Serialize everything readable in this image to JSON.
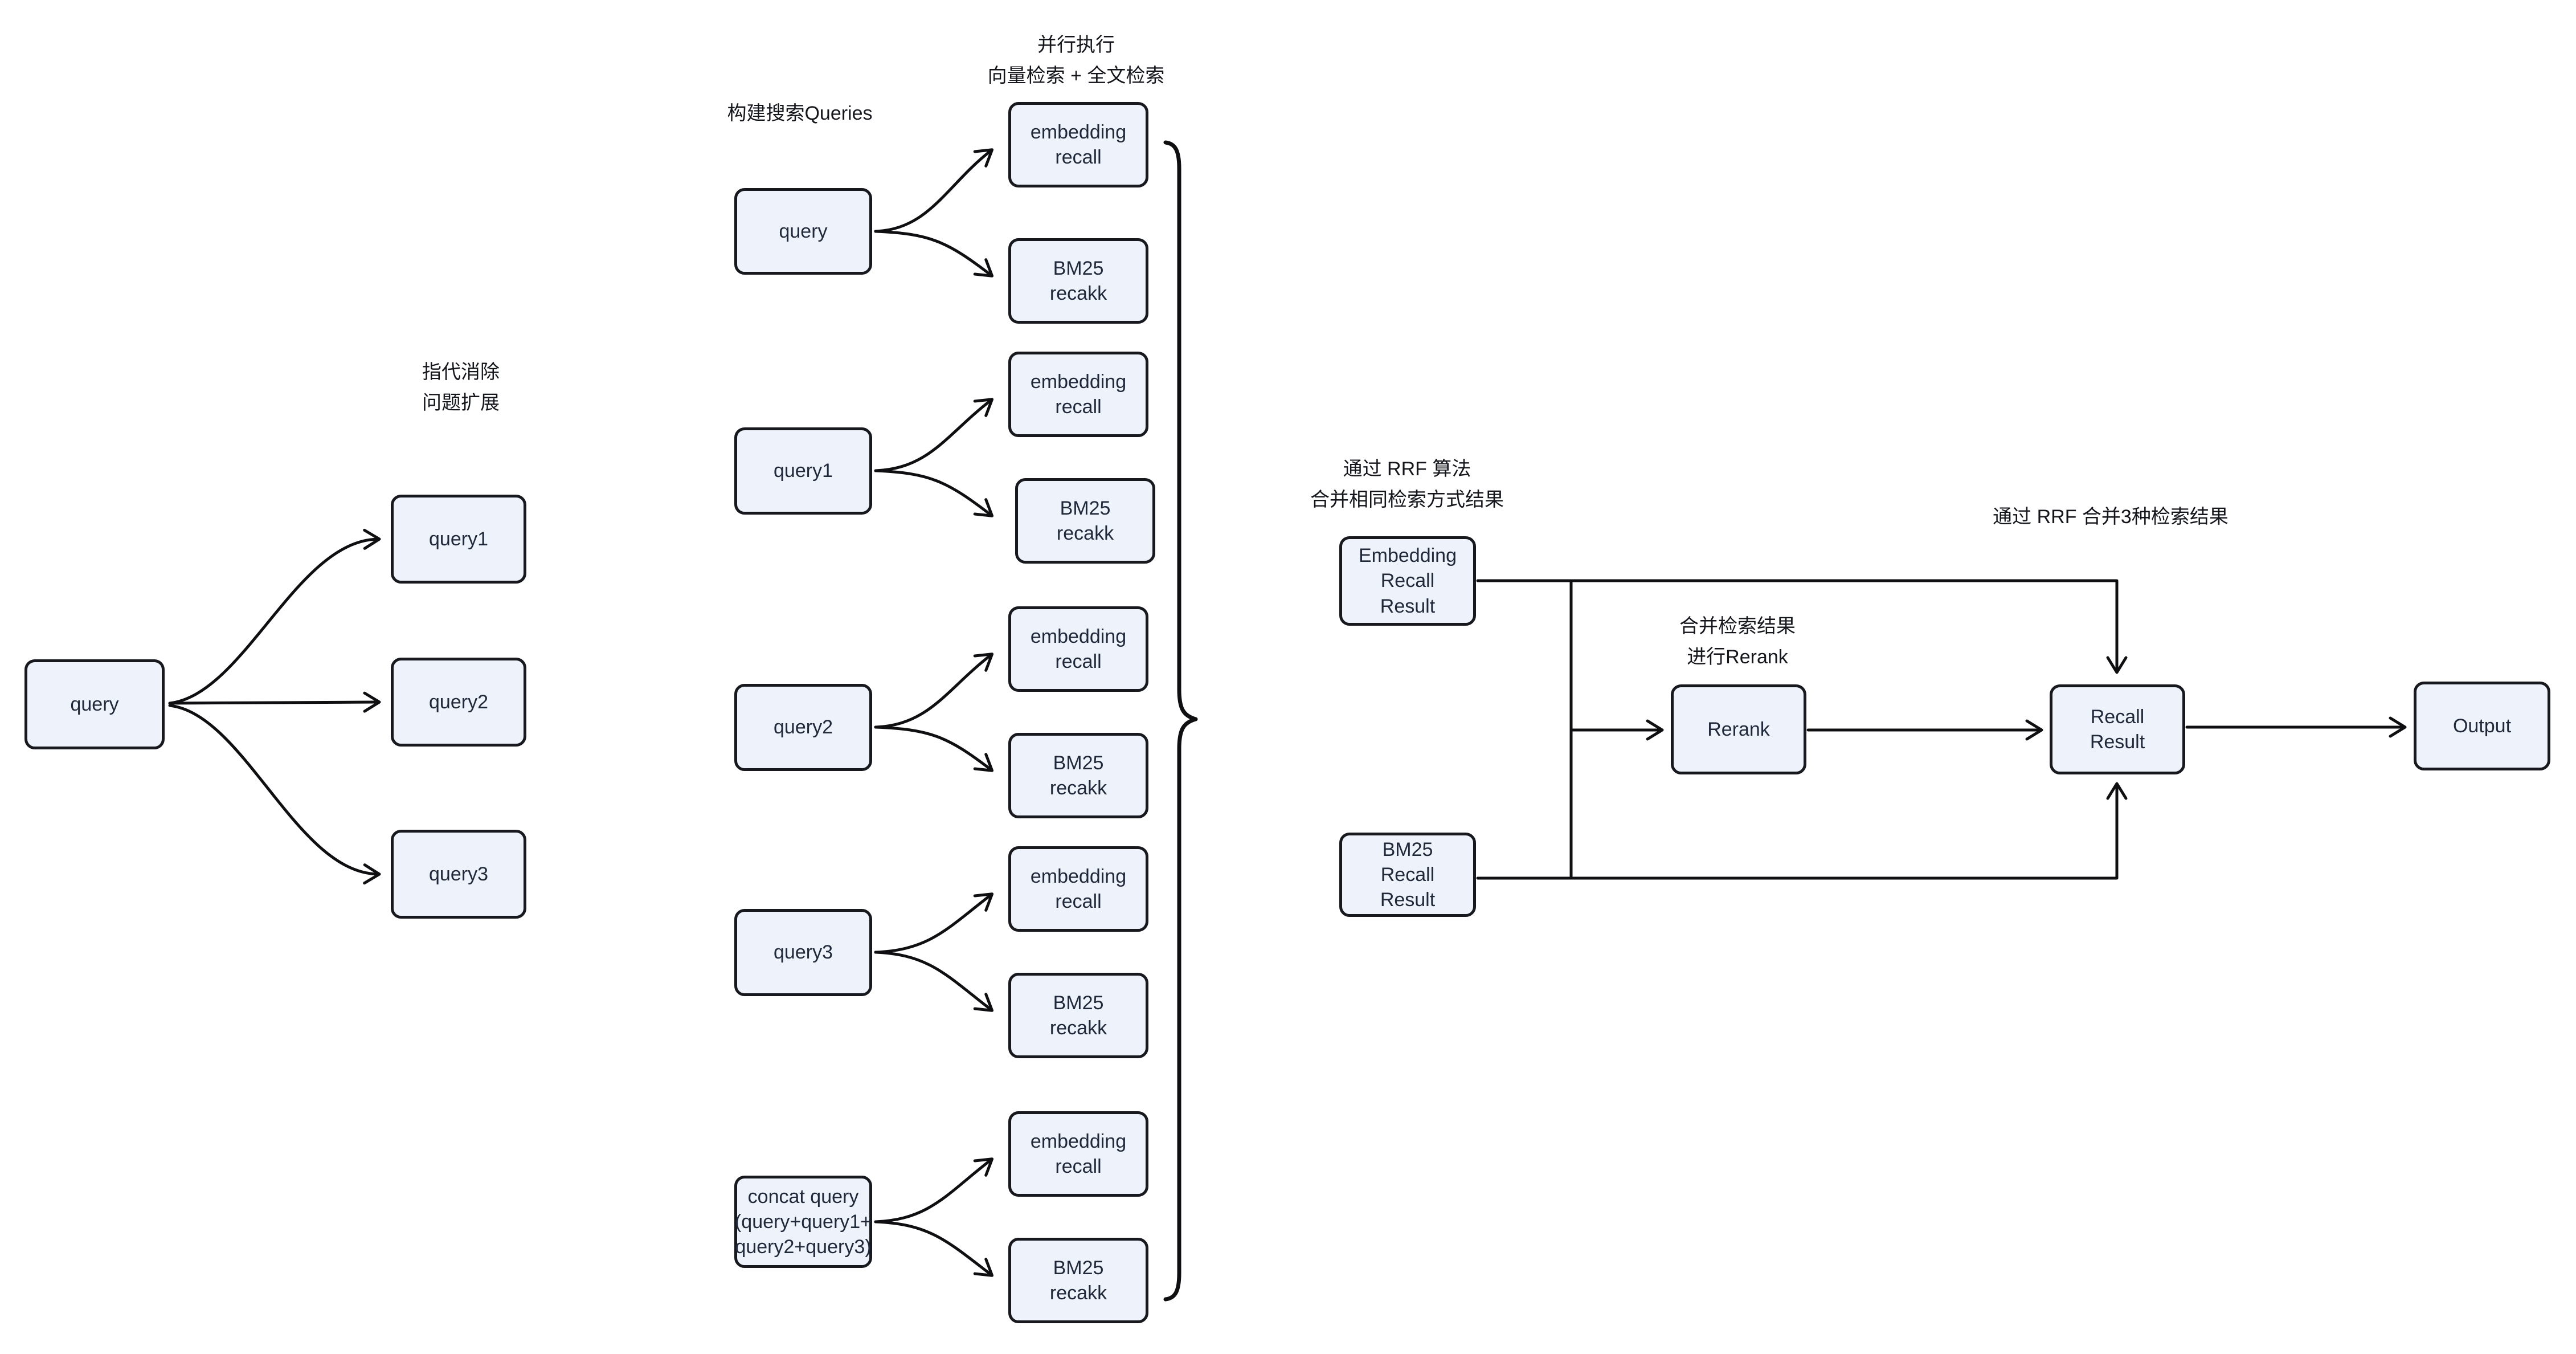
{
  "colors": {
    "background": "#ffffff",
    "node_fill": "#eef2fa",
    "node_border": "#17191f",
    "node_text": "#20293a",
    "label_text": "#14161c",
    "line": "#0f0f12"
  },
  "expansion": {
    "annotation": "指代消除\n问题扩展",
    "source": {
      "label": "query"
    },
    "targets": [
      {
        "label": "query1"
      },
      {
        "label": "query2"
      },
      {
        "label": "query3"
      }
    ]
  },
  "search": {
    "annotation_build": "构建搜索Queries",
    "annotation_parallel": "并行执行\n向量检索 + 全文检索",
    "groups": [
      {
        "query": "query",
        "embedding": "embedding\nrecall",
        "bm25": "BM25\nrecakk"
      },
      {
        "query": "query1",
        "embedding": "embedding\nrecall",
        "bm25": "BM25\nrecakk"
      },
      {
        "query": "query2",
        "embedding": "embedding\nrecall",
        "bm25": "BM25\nrecakk"
      },
      {
        "query": "query3",
        "embedding": "embedding\nrecall",
        "bm25": "BM25\nrecakk"
      },
      {
        "query": "concat query\n(query+query1+\nquery2+query3)",
        "embedding": "embedding\nrecall",
        "bm25": "BM25\nrecakk"
      }
    ]
  },
  "merge": {
    "annotation_rrf_same": "通过 RRF 算法\n合并相同检索方式结果",
    "annotation_rerank": "合并检索结果\n进行Rerank",
    "annotation_rrf_three": "通过 RRF 合并3种检索结果",
    "embedding_result": "Embedding\nRecall\nResult",
    "bm25_result": "BM25\nRecall\nResult",
    "rerank": "Rerank",
    "recall_result": "Recall\nResult",
    "output": "Output"
  }
}
